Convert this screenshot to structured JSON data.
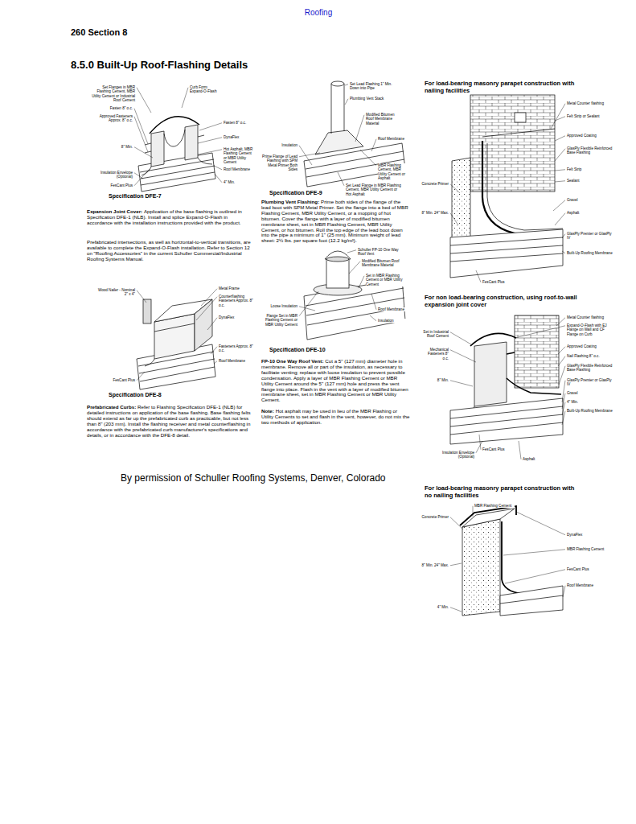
{
  "diagram": {
    "title": "8.5.0 Built-Up Roof-Flashing Details",
    "labels": [
      "Roofing",
      "260 Section 8",
      "Specification DFE-7",
      "Expansion Joint Cover:",
      "Application of the base flashing is outlined in Specification DFE-1 (NLB). Install and splice Expand-O-Flash in accordance with the installation instructions provided with the product.",
      "Prefabricated intersections, as well as horizontal-to-vertical transitions, are available to complete the Expand-O-Flash installation. Refer to Section 12 on \"Roofing Accessories\" in the current Schuller Commercial/Industrial Roofing Systems Manual.",
      "Specification DFE-8",
      "Prefabricated Curbs:",
      "Refer to Flashing Specification DFE-1 (NLB) for detailed instructions on application of the base flashing. Base flashing felts should extend as far up the prefabricated curb as practicable, but not less than 8\" (203 mm). Install the flashing receiver and metal counterflashing in accordance with the prefabricated curb manufacturer's specifications and details, or in accordance with the DFE-8 detail.",
      "Specification DFE-9",
      "Plumbing Vent Flashing:",
      "Prime both sides of the flange of the lead boot with SPM Metal Primer. Set the flange into a bed of MBR Flashing Cement, MBR Utility Cement, or a mopping of hot bitumen. Cover the flange with a layer of modified bitumen membrane sheet, set in MBR Flashing Cement, MBR Utility Cement, or hot bitumen. Roll the top edge of the lead boot down into the pipe a minimum of 1\" (25 mm). Minimum weight of lead sheet: 2½ lbs. per square foot (12.2 kg/m²).",
      "Specification DFE-10",
      "FP-10 One Way Roof Vent:",
      "Cut a 5\" (127 mm) diameter hole in membrane. Remove all or part of the insulation, as necessary to facilitate venting; replace with loose insulation to prevent possible condensation. Apply a layer of MBR Flashing Cement or MBR Utility Cement around the 5\" (127 mm) hole and press the vent flange into place. Flash in the vent with a layer of modified bitumen membrane sheet, set in MBR Flashing Cement or MBR Utility Cement.",
      "Note:",
      "Hot asphalt may be used in lieu of the MBR Flashing or Utility Cements to set and flash in the vent, however, do not mix the two methods of application.",
      "For load-bearing masonry parapet construction with nailing facilities",
      "For non load-bearing construction, using roof-to-wall expansion joint cover",
      "For load-bearing masonry parapet construction with no nailing facilities",
      "By permission of Schuller Roofing Systems, Denver, Colorado",
      "Set Flanges in MBR Flashing Cement, MBR Utility Cement or Industrial Roof Cement",
      "Curb Form Expand-O-Flash",
      "Fasten 8\" o.c.",
      "Approved Fasteners Approx. 8\" o.c.",
      "Fasten 8\" o.c.",
      "DynaFlex",
      "8\" Min.",
      "Hot Asphalt, MBR Flashing Cement or MBR Utility Cement",
      "Roof Membrane",
      "Insulation Envelope (Optional)",
      "4\" Min.",
      "FesCant Plus",
      "Wood Nailer - Nominal 2\" x 4\"",
      "Metal Frame",
      "Counterflashing Fasteners Approx. 8\" o.c.",
      "DynaFlex",
      "Fasteners Approx. 8\" o.c.",
      "Roof Membrane",
      "FesCant Plus",
      "Set Lead Flashing 1\" Min. Down into Pipe",
      "Plumbing Vent Stack",
      "Modified Bitumen Roof Membrane Material",
      "Roof Membrane",
      "Insulation",
      "Prime Flange of Lead Flashing with SPM Metal Primer Both Sides",
      "MBR Flashing Cement, MBR Utility Cement or Asphalt",
      "Set Lead Flange in MBR Flashing Cement, MBR Utility Cement or Hot Asphalt",
      "Schuller FP-10 One Way Roof Vent",
      "Modified Bitumen Roof Membrane Material",
      "Set in MBR Flashing Cement or MBR Utility Cement",
      "Roof Membrane",
      "Insulation",
      "Loose Insulation",
      "Flange Set in MBR Flashing Cement or MBR Utility Cement",
      "Metal Counter flashing",
      "Felt Strip or Sealant",
      "Approved Coating",
      "GlasPly Flexible Reinforced Base Flashing",
      "Felt Strip",
      "Sealant",
      "Gravel",
      "Asphalt",
      "GlasPly Premier or GlasPly IV",
      "Built-Up Roofing Membrane",
      "FesCant Plus",
      "Concrete Primer",
      "8\" Min. 24\" Max.",
      "Metal Counter flashing",
      "Expand-O-Flash with EJ Flange on Wall and CF Flange on Curb",
      "Approved Coating",
      "Nail Flashing 8\" o.c.",
      "GlasPly Flexible Reinforced Base Flashing",
      "GlasPly Premier or GlasPly IV",
      "Gravel",
      "4\" Min.",
      "Built-Up Roofing Membrane",
      "Set in Industrial Roof Cement",
      "Mechanical Fasteners 8\" o.c.",
      "8\" Min.",
      "FesCant Plus",
      "Insulation Envelope (Optional)",
      "Asphalt",
      "Concrete Primer",
      "MBR Flashing Cement",
      "DynaFlex",
      "MBR Flashing Cement",
      "FesCant Plus",
      "Roof Membrane",
      "8\" Min. 24\" Max.",
      "4\" Min."
    ]
  }
}
